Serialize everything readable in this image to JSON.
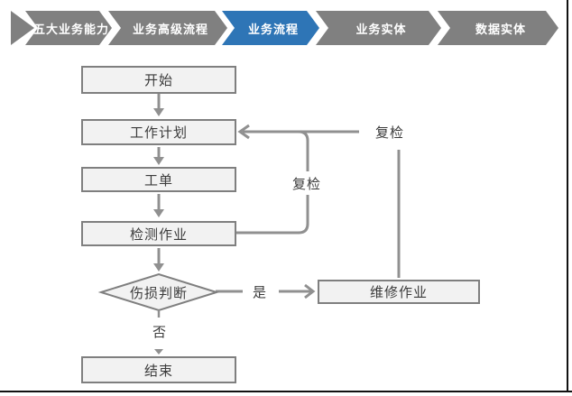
{
  "nav": {
    "items": [
      {
        "label": "五大业务能力",
        "active": false
      },
      {
        "label": "业务高级流程",
        "active": false
      },
      {
        "label": "业务流程",
        "active": true
      },
      {
        "label": "业务实体",
        "active": false
      },
      {
        "label": "数据实体",
        "active": false
      }
    ]
  },
  "flowchart": {
    "nodes": {
      "start": "开始",
      "work_plan": "工作计划",
      "work_order": "工单",
      "inspection": "检测作业",
      "damage_decision": "伤损判断",
      "repair": "维修作业",
      "end": "结束"
    },
    "edge_labels": {
      "recheck_inner": "复检",
      "recheck_outer": "复检",
      "yes": "是",
      "no": "否"
    }
  },
  "colors": {
    "nav_inactive": "#808080",
    "nav_active": "#2E75B6",
    "nav_text": "#FFFFFF",
    "node_fill": "#F2F2F2",
    "node_border": "#7F7F7F",
    "connector": "#909090",
    "text": "#3B3B3B",
    "frame": "#111111"
  }
}
